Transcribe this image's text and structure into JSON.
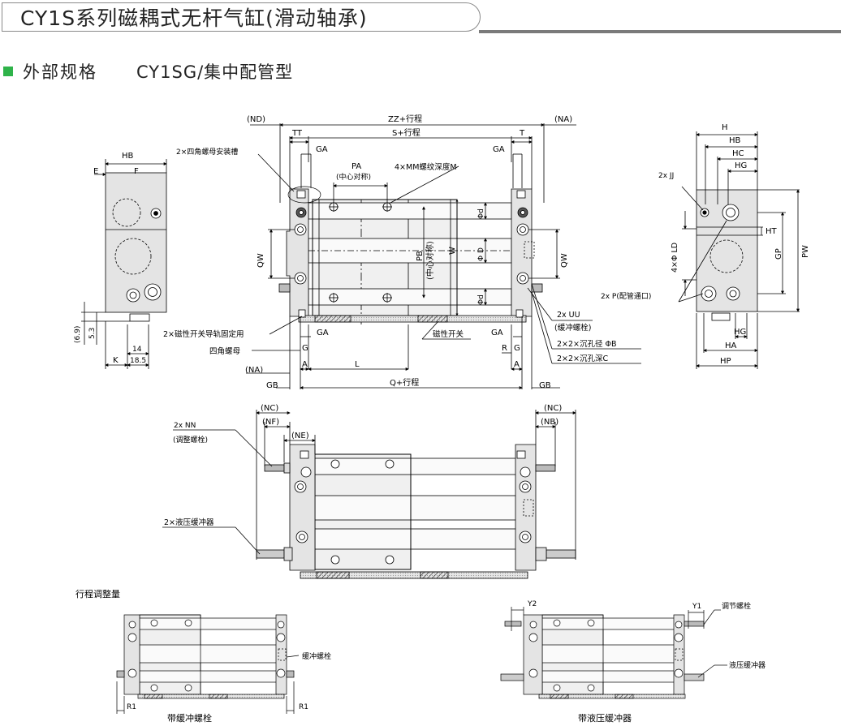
{
  "header": {
    "title": "CY1S系列磁耦式无杆气缸(滑动轴承)",
    "section": "外部规格",
    "variant": "CY1SG/集中配管型",
    "accent_color": "#2fb34a"
  },
  "left_view": {
    "hb": "HB",
    "f": "F",
    "e": "E",
    "d69": "(6.9)",
    "d53": "5.3",
    "d14": "14",
    "d185": "18.5",
    "k": "K"
  },
  "top_view": {
    "nd": "(ND)",
    "zz": "ZZ+行程",
    "na_top": "(NA)",
    "tt": "TT",
    "s": "S+行程",
    "t": "T",
    "ga_tl": "GA",
    "ga_tr": "GA",
    "nut_slot": "2×四角螺母安装槽",
    "pa": "PA",
    "pa_center": "(中心对称)",
    "mm": "4×MM螺纹深度M",
    "qw_l": "QW",
    "qw_r": "QW",
    "phi_d1": "Φd",
    "phi_d": "Φ D",
    "phi_d2": "Φd",
    "pb": "PB",
    "pb_center": "(中心对称)",
    "w": "W",
    "rail": "2×磁性开关导轨固定用",
    "nut": "四角螺母",
    "ga_bl": "GA",
    "switch": "磁性开关",
    "ga_br": "GA",
    "uu": "2x UU",
    "uu_note": "(缓冲螺栓)",
    "g_l": "G",
    "r": "R",
    "g_r": "G",
    "cb": "2×2×沉孔径 ΦB",
    "cc": "2×2×沉孔深C",
    "a_l": "A",
    "l": "L",
    "a_r": "A",
    "na_bot": "(NA)",
    "gb_l": "GB",
    "q": "Q+行程",
    "gb_r": "GB"
  },
  "right_view": {
    "h": "H",
    "hb": "HB",
    "hc": "HC",
    "hg_top": "HG",
    "jj": "2x JJ",
    "ld": "4×Φ LD",
    "ht": "HT",
    "gp": "GP",
    "pw": "PW",
    "p": "2x P(配管通口)",
    "hg_bot": "HG",
    "ha": "HA",
    "hp": "HP"
  },
  "hydro_view": {
    "nc_l": "(NC)",
    "nf": "(NF)",
    "ne": "(NE)",
    "nn": "2x NN",
    "nn_note": "(调整螺栓)",
    "nc_r": "(NC)",
    "nb": "(NB)",
    "absorber": "2×液压缓冲器"
  },
  "stroke_adjust": {
    "title": "行程调整量",
    "bolt_label": "缓冲螺栓",
    "r1_l": "R1",
    "r1_r": "R1",
    "cap_l": "带缓冲螺栓",
    "y2": "Y2",
    "y1": "Y1",
    "adj_bolt": "调节螺栓",
    "shock": "液压缓冲器",
    "cap_r": "带液压缓冲器"
  }
}
